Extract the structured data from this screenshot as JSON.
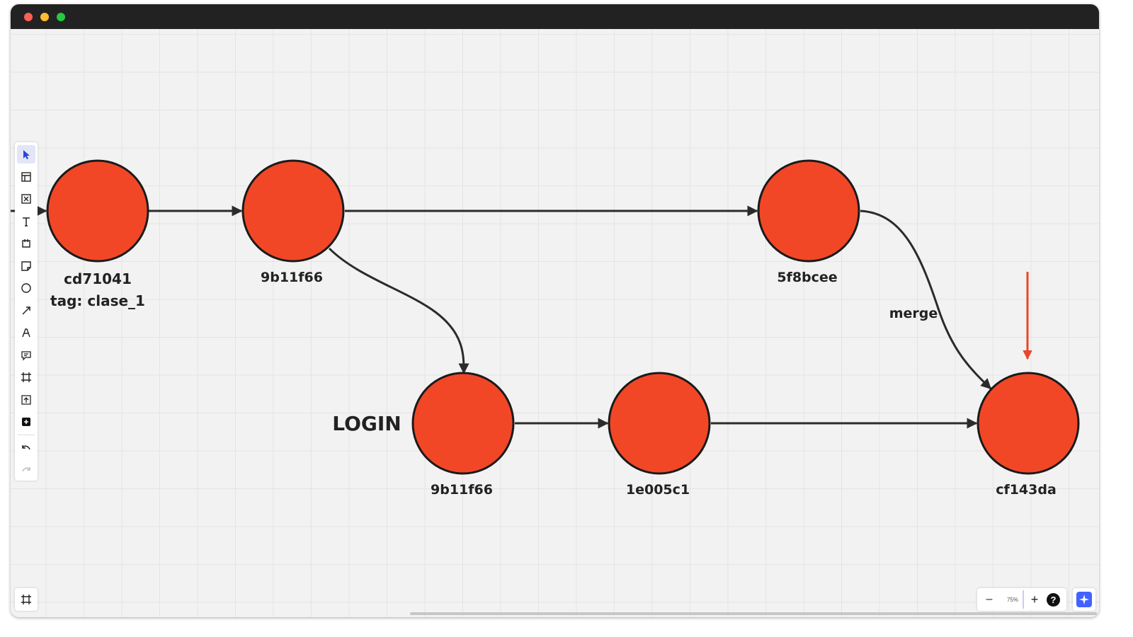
{
  "window": {
    "traffic_lights": {
      "close": "#ff5f57",
      "minimize": "#febc2e",
      "maximize": "#28c840"
    }
  },
  "colors": {
    "node_fill": "#f24726",
    "node_stroke": "#1a1a1a",
    "edge": "#2b2b2b",
    "pointer_arrow": "#e8462a",
    "accent": "#4262ff"
  },
  "toolbar": {
    "tools": [
      {
        "name": "select-tool",
        "icon": "cursor-icon",
        "active": true
      },
      {
        "name": "templates-tool",
        "icon": "template-icon"
      },
      {
        "name": "frames-tool",
        "icon": "frame-x-icon"
      },
      {
        "name": "text-tool",
        "icon": "text-icon"
      },
      {
        "name": "comment-card-tool",
        "icon": "card-icon"
      },
      {
        "name": "sticky-note-tool",
        "icon": "sticky-note-icon"
      },
      {
        "name": "shape-tool",
        "icon": "circle-icon"
      },
      {
        "name": "connector-tool",
        "icon": "arrow-icon"
      },
      {
        "name": "pen-tool",
        "icon": "pen-icon"
      },
      {
        "name": "comment-tool",
        "icon": "comment-icon"
      },
      {
        "name": "frame-tool",
        "icon": "frame-icon"
      },
      {
        "name": "upload-tool",
        "icon": "upload-icon"
      },
      {
        "name": "more-apps-tool",
        "icon": "plus-icon"
      }
    ],
    "undo_icon": "undo-icon",
    "redo_icon": "redo-icon"
  },
  "diagram": {
    "nodes": [
      {
        "id": "n1",
        "label": "cd71041",
        "sublabel": "tag: clase_1"
      },
      {
        "id": "n2",
        "label": "9b11f66"
      },
      {
        "id": "n3",
        "label": "5f8bcee"
      },
      {
        "id": "n4",
        "label": "9b11f66"
      },
      {
        "id": "n5",
        "label": "1e005c1"
      },
      {
        "id": "n6",
        "label": "cf143da"
      }
    ],
    "branch_label": "LOGIN",
    "merge_label": "merge"
  },
  "zoom": {
    "minus": "–",
    "level": "75%",
    "plus": "+",
    "help": "?"
  }
}
